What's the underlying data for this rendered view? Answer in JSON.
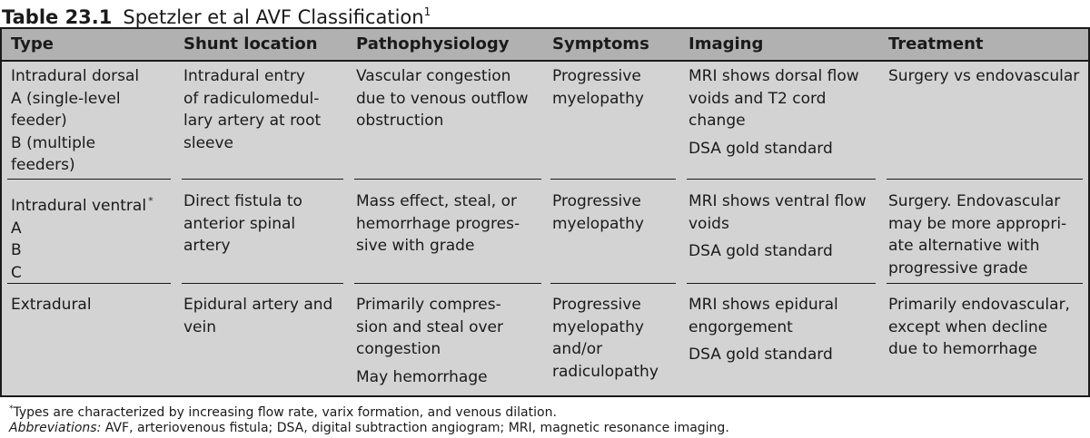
{
  "table": {
    "number": "Table 23.1",
    "title": "Spetzler et al AVF Classification",
    "title_ref": "1"
  },
  "columns": [
    "Type",
    "Shunt location",
    "Pathophysiology",
    "Symptoms",
    "Imaging",
    "Treatment"
  ],
  "rows": [
    {
      "type": [
        "Intradural dorsal",
        "A (single-level",
        "feeder)",
        "B (multiple",
        "feeders)"
      ],
      "shunt": [
        "Intradural entry",
        "of radiculomedul-",
        "lary artery at root",
        "sleeve"
      ],
      "patho": [
        "Vascular congestion",
        "due to venous outflow",
        "obstruction"
      ],
      "symptoms": [
        "Progressive",
        "myelopathy"
      ],
      "imaging": [
        "MRI shows dorsal flow",
        "voids and T2 cord",
        "change"
      ],
      "imaging2": [
        "DSA gold standard"
      ],
      "treatment": [
        "Surgery vs endovascular"
      ]
    },
    {
      "type_first": "Intradural ventral",
      "type_mark": "*",
      "type": [
        "A",
        "B",
        "C"
      ],
      "shunt": [
        "Direct fistula to",
        "anterior spinal",
        "artery"
      ],
      "patho": [
        "Mass effect, steal, or",
        "hemorrhage progres-",
        "sive with grade"
      ],
      "symptoms": [
        "Progressive",
        "myelopathy"
      ],
      "imaging": [
        "MRI shows ventral flow",
        "voids"
      ],
      "imaging2": [
        "DSA gold standard"
      ],
      "treatment": [
        "Surgery. Endovascular",
        "may be more appropri-",
        "ate alternative with",
        "progressive grade"
      ]
    },
    {
      "type": [
        "Extradural"
      ],
      "shunt": [
        "Epidural artery and",
        "vein"
      ],
      "patho": [
        "Primarily compres-",
        "sion and steal over",
        "congestion"
      ],
      "patho2": [
        "May hemorrhage"
      ],
      "symptoms": [
        "Progressive",
        "myelopathy",
        "and/or",
        "radiculopathy"
      ],
      "imaging": [
        "MRI shows epidural",
        "engorgement"
      ],
      "imaging2": [
        "DSA gold standard"
      ],
      "treatment": [
        "Primarily endovascular,",
        "except when decline",
        "due to hemorrhage"
      ]
    }
  ],
  "footnotes": {
    "mark": "*",
    "note": "Types are characterized by increasing flow rate, varix formation, and venous dilation.",
    "abbr_label": "Abbreviations:",
    "abbr_text": " AVF, arteriovenous fistula; DSA, digital subtraction angiogram; MRI, magnetic resonance imaging."
  }
}
